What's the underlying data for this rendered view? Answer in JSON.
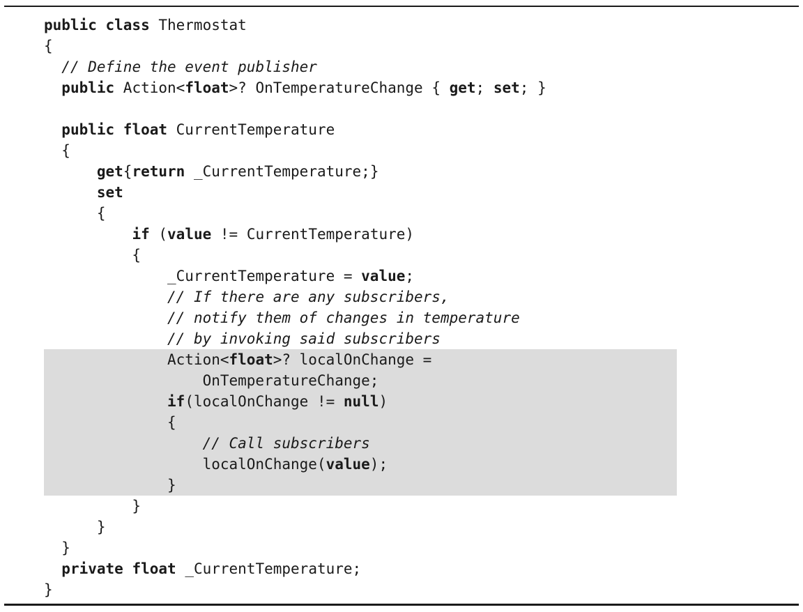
{
  "figure": {
    "kind": "code-listing",
    "language": "csharp",
    "class_name": "Thermostat",
    "colors": {
      "background": "#ffffff",
      "text": "#1a1a1a",
      "rule": "#1a1a1a",
      "highlight": "#dcdcdc"
    }
  },
  "code": {
    "lines": [
      {
        "hl": false,
        "seg": [
          {
            "t": "public class",
            "b": true
          },
          {
            "t": " Thermostat"
          }
        ]
      },
      {
        "hl": false,
        "seg": [
          {
            "t": "{"
          }
        ]
      },
      {
        "hl": false,
        "seg": [
          {
            "t": "  "
          },
          {
            "t": "// Define the event publisher",
            "i": true
          }
        ]
      },
      {
        "hl": false,
        "seg": [
          {
            "t": "  "
          },
          {
            "t": "public",
            "b": true
          },
          {
            "t": " Action<"
          },
          {
            "t": "float",
            "b": true
          },
          {
            "t": ">? OnTemperatureChange { "
          },
          {
            "t": "get",
            "b": true
          },
          {
            "t": "; "
          },
          {
            "t": "set",
            "b": true
          },
          {
            "t": "; }"
          }
        ]
      },
      {
        "hl": false,
        "seg": []
      },
      {
        "hl": false,
        "seg": [
          {
            "t": "  "
          },
          {
            "t": "public float",
            "b": true
          },
          {
            "t": " CurrentTemperature"
          }
        ]
      },
      {
        "hl": false,
        "seg": [
          {
            "t": "  {"
          }
        ]
      },
      {
        "hl": false,
        "seg": [
          {
            "t": "      "
          },
          {
            "t": "get",
            "b": true
          },
          {
            "t": "{"
          },
          {
            "t": "return",
            "b": true
          },
          {
            "t": " _CurrentTemperature;}"
          }
        ]
      },
      {
        "hl": false,
        "seg": [
          {
            "t": "      "
          },
          {
            "t": "set",
            "b": true
          }
        ]
      },
      {
        "hl": false,
        "seg": [
          {
            "t": "      {"
          }
        ]
      },
      {
        "hl": false,
        "seg": [
          {
            "t": "          "
          },
          {
            "t": "if",
            "b": true
          },
          {
            "t": " ("
          },
          {
            "t": "value",
            "b": true
          },
          {
            "t": " != CurrentTemperature)"
          }
        ]
      },
      {
        "hl": false,
        "seg": [
          {
            "t": "          {"
          }
        ]
      },
      {
        "hl": false,
        "seg": [
          {
            "t": "              _CurrentTemperature = "
          },
          {
            "t": "value",
            "b": true
          },
          {
            "t": ";"
          }
        ]
      },
      {
        "hl": false,
        "seg": [
          {
            "t": "              "
          },
          {
            "t": "// If there are any subscribers,",
            "i": true
          }
        ]
      },
      {
        "hl": false,
        "seg": [
          {
            "t": "              "
          },
          {
            "t": "// notify them of changes in temperature",
            "i": true
          }
        ]
      },
      {
        "hl": false,
        "seg": [
          {
            "t": "              "
          },
          {
            "t": "// by invoking said subscribers",
            "i": true
          }
        ]
      },
      {
        "hl": true,
        "seg": [
          {
            "t": "              Action<"
          },
          {
            "t": "float",
            "b": true
          },
          {
            "t": ">? localOnChange ="
          }
        ]
      },
      {
        "hl": true,
        "seg": [
          {
            "t": "                  OnTemperatureChange;"
          }
        ]
      },
      {
        "hl": true,
        "seg": [
          {
            "t": "              "
          },
          {
            "t": "if",
            "b": true
          },
          {
            "t": "(localOnChange != "
          },
          {
            "t": "null",
            "b": true
          },
          {
            "t": ")"
          }
        ]
      },
      {
        "hl": true,
        "seg": [
          {
            "t": "              {"
          }
        ]
      },
      {
        "hl": true,
        "seg": [
          {
            "t": "                  "
          },
          {
            "t": "// Call subscribers",
            "i": true
          }
        ]
      },
      {
        "hl": true,
        "seg": [
          {
            "t": "                  localOnChange("
          },
          {
            "t": "value",
            "b": true
          },
          {
            "t": ");"
          }
        ]
      },
      {
        "hl": true,
        "seg": [
          {
            "t": "              }"
          }
        ]
      },
      {
        "hl": false,
        "seg": [
          {
            "t": "          }"
          }
        ]
      },
      {
        "hl": false,
        "seg": [
          {
            "t": "      }"
          }
        ]
      },
      {
        "hl": false,
        "seg": [
          {
            "t": "  }"
          }
        ]
      },
      {
        "hl": false,
        "seg": [
          {
            "t": "  "
          },
          {
            "t": "private float",
            "b": true
          },
          {
            "t": " _CurrentTemperature;"
          }
        ]
      },
      {
        "hl": false,
        "seg": [
          {
            "t": "}"
          }
        ]
      }
    ]
  }
}
